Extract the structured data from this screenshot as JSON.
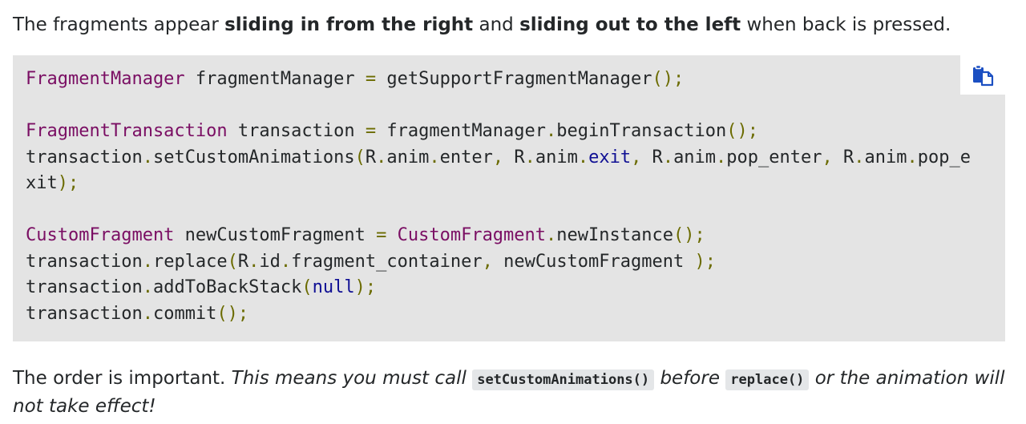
{
  "intro": {
    "t1": "The fragments appear ",
    "b1": "sliding in from the right",
    "t2": " and ",
    "b2": "sliding out to the left",
    "t3": " when back is pressed."
  },
  "code": {
    "l1": {
      "type": "FragmentManager",
      "var": " fragmentManager ",
      "eq": "=",
      "call": " getSupportFragmentManager",
      "end": "();"
    },
    "l3": {
      "type": "FragmentTransaction",
      "var": " transaction ",
      "eq": "=",
      "obj": " fragmentManager",
      "dot": ".",
      "call": "beginTransaction",
      "end": "();"
    },
    "l4": {
      "a": "transaction",
      "d1": ".",
      "b": "setCustomAnimations",
      "p1": "(",
      "c": "R",
      "d2": ".",
      "e": "anim",
      "d3": ".",
      "f": "enter",
      "cm1": ",",
      "g": " R",
      "d4": ".",
      "h": "anim",
      "d5": ".",
      "kw": "exit",
      "cm2": ",",
      "i": " R",
      "d6": ".",
      "j": "anim",
      "d7": ".",
      "k": "pop_enter",
      "cm3": ",",
      "l": " R",
      "d8": ".",
      "m": "anim",
      "d9": ".",
      "n": "pop_e"
    },
    "l5": {
      "a": "xit",
      "end": ");"
    },
    "l7": {
      "type": "CustomFragment",
      "var": " newCustomFragment ",
      "eq": "=",
      "type2": " CustomFragment",
      "dot": ".",
      "call": "newInstance",
      "end": "();"
    },
    "l8": {
      "a": "transaction",
      "d1": ".",
      "b": "replace",
      "p1": "(",
      "c": "R",
      "d2": ".",
      "e": "id",
      "d3": ".",
      "f": "fragment_container",
      "cm1": ",",
      "g": " newCustomFragment ",
      "end": ");"
    },
    "l9": {
      "a": "transaction",
      "d1": ".",
      "b": "addToBackStack",
      "p1": "(",
      "kw": "null",
      "end": ");"
    },
    "l10": {
      "a": "transaction",
      "d1": ".",
      "b": "commit",
      "end": "();"
    }
  },
  "copy_button": {
    "icon": "copy-icon",
    "color": "#1b4fc2"
  },
  "outro": {
    "t1": "The order is important. ",
    "i1": "This means you must call ",
    "code1": "setCustomAnimations()",
    "i2": " before ",
    "code2": "replace()",
    "i3": " or the animation will not take effect!"
  }
}
